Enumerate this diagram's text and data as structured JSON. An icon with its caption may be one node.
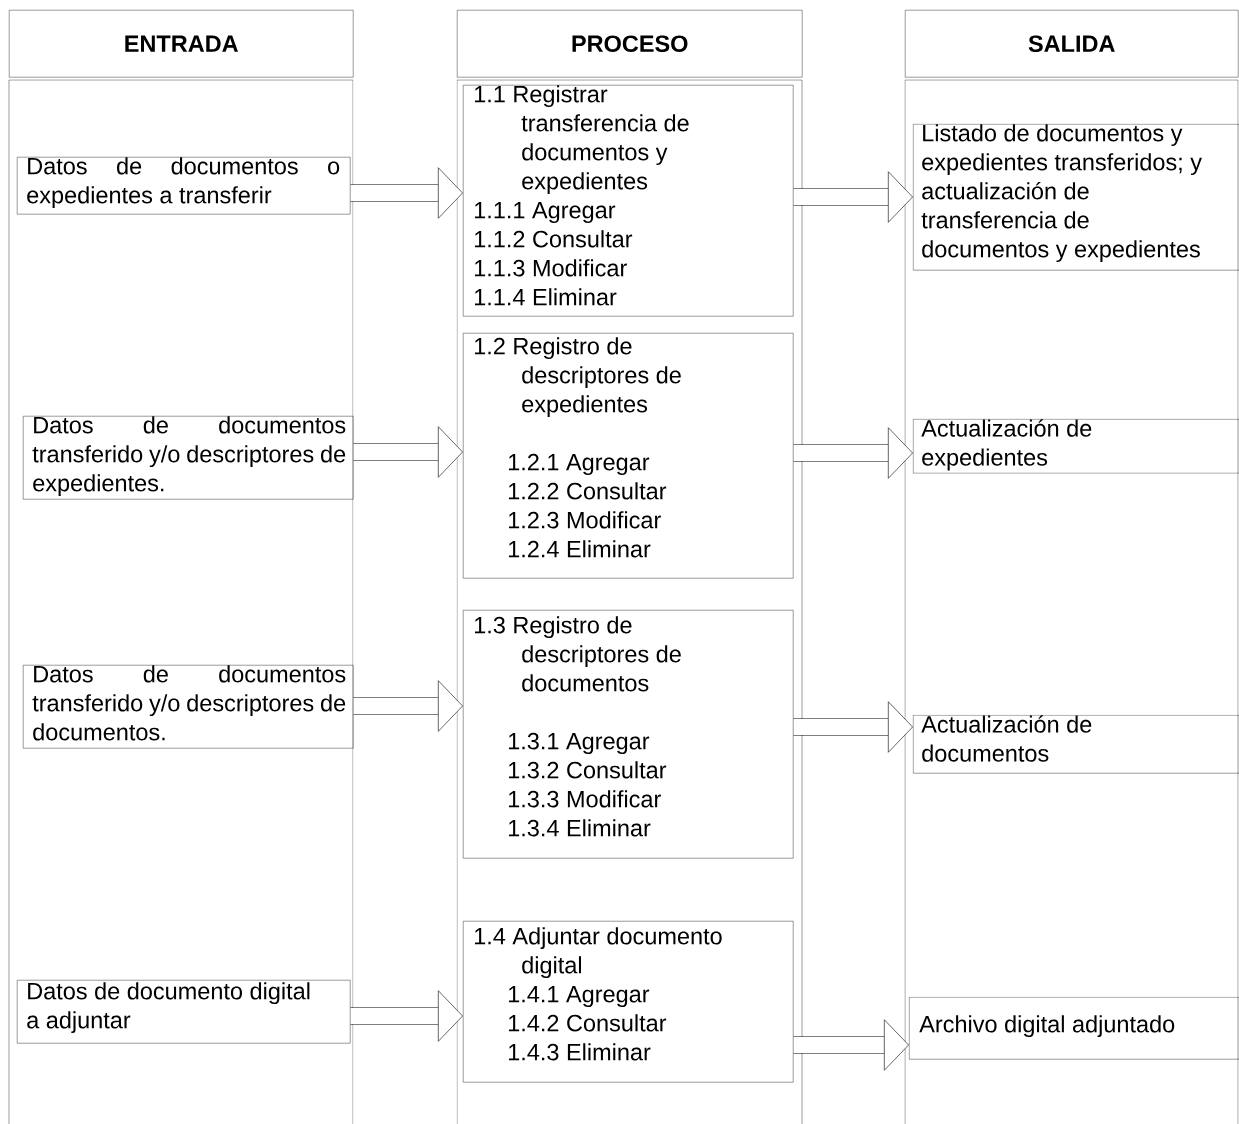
{
  "diagram": {
    "nodes": [
      {
        "text": [
          "ENTRADA"
        ]
      },
      {
        "text": [
          "PROCESO"
        ]
      },
      {
        "text": [
          "SALIDA"
        ]
      },
      {
        "text": [
          "Datos de documentos o expedientes a transferir"
        ],
        "in": 0
      },
      {
        "text": [
          "Datos de documentos transferido y/o descriptores de expedientes."
        ],
        "in": 0
      },
      {
        "text": [
          "Datos de documentos transferido y/o descriptores de documentos."
        ],
        "in": 0
      },
      {
        "text": [
          "Datos de documento digital a adjuntar"
        ],
        "in": 0
      },
      {
        "text": [
          "1.1 Registrar transferencia de documentos y expedientes",
          "1.1.1 Agregar",
          "1.1.2 Consultar",
          "1.1.3 Modificar",
          "1.1.4 Eliminar"
        ],
        "in": 1
      },
      {
        "text": [
          "1.2 Registro de descriptores de expedientes",
          "1.2.1 Agregar",
          "1.2.2 Consultar",
          "1.2.3 Modificar",
          "1.2.4 Eliminar"
        ],
        "in": 1
      },
      {
        "text": [
          "1.3 Registro de descriptores de documentos",
          "1.3.1 Agregar",
          "1.3.2 Consultar",
          "1.3.3 Modificar",
          "1.3.4 Eliminar"
        ],
        "in": 1
      },
      {
        "text": [
          "1.4 Adjuntar documento digital",
          "1.4.1 Agregar",
          "1.4.2 Consultar",
          "1.4.3 Eliminar"
        ],
        "in": 1
      },
      {
        "text": [
          "Listado de documentos y expedientes transferidos; y actualización de transferencia de documentos y expedientes"
        ],
        "in": 2
      },
      {
        "text": [
          "Actualización de expedientes"
        ],
        "in": 2
      },
      {
        "text": [
          "Actualización de documentos"
        ],
        "in": 2
      },
      {
        "text": [
          "Archivo digital adjuntado"
        ],
        "in": 2
      }
    ],
    "edges": [
      {
        "from": 3,
        "to": 7,
        "arrow": "to"
      },
      {
        "from": 4,
        "to": 8,
        "arrow": "to"
      },
      {
        "from": 5,
        "to": 9,
        "arrow": "to"
      },
      {
        "from": 6,
        "to": 10,
        "arrow": "to"
      },
      {
        "from": 7,
        "to": 11,
        "arrow": "to"
      },
      {
        "from": 8,
        "to": 12,
        "arrow": "to"
      },
      {
        "from": 9,
        "to": 13,
        "arrow": "to"
      },
      {
        "from": 10,
        "to": 14,
        "arrow": "to"
      }
    ]
  }
}
